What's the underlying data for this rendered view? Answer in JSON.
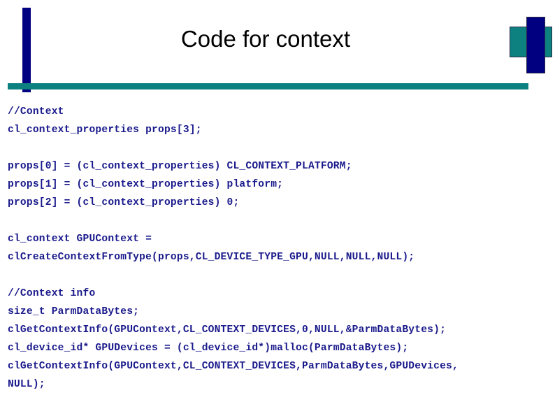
{
  "slide": {
    "title": "Code for context",
    "colors": {
      "navy": "#000080",
      "teal": "#0d8080",
      "code_text": "#1a1a8c",
      "title_text": "#000000",
      "background": "#ffffff"
    }
  },
  "code": {
    "blocks": [
      {
        "id": "context-block",
        "lines": [
          "//Context",
          "cl_context_properties props[3];"
        ]
      },
      {
        "id": "props-block",
        "lines": [
          "props[0] = (cl_context_properties) CL_CONTEXT_PLATFORM;",
          "props[1] = (cl_context_properties) platform;",
          "props[2] = (cl_context_properties) 0;"
        ]
      },
      {
        "id": "create-context-block",
        "lines": [
          "cl_context GPUContext =",
          "clCreateContextFromType(props,CL_DEVICE_TYPE_GPU,NULL,NULL,NULL);"
        ]
      },
      {
        "id": "context-info-block",
        "lines": [
          "//Context info",
          "size_t ParmDataBytes;",
          "clGetContextInfo(GPUContext,CL_CONTEXT_DEVICES,0,NULL,&ParmDataBytes);",
          "cl_device_id* GPUDevices = (cl_device_id*)malloc(ParmDataBytes);",
          "clGetContextInfo(GPUContext,CL_CONTEXT_DEVICES,ParmDataBytes,GPUDevices,",
          "NULL);"
        ]
      }
    ]
  }
}
